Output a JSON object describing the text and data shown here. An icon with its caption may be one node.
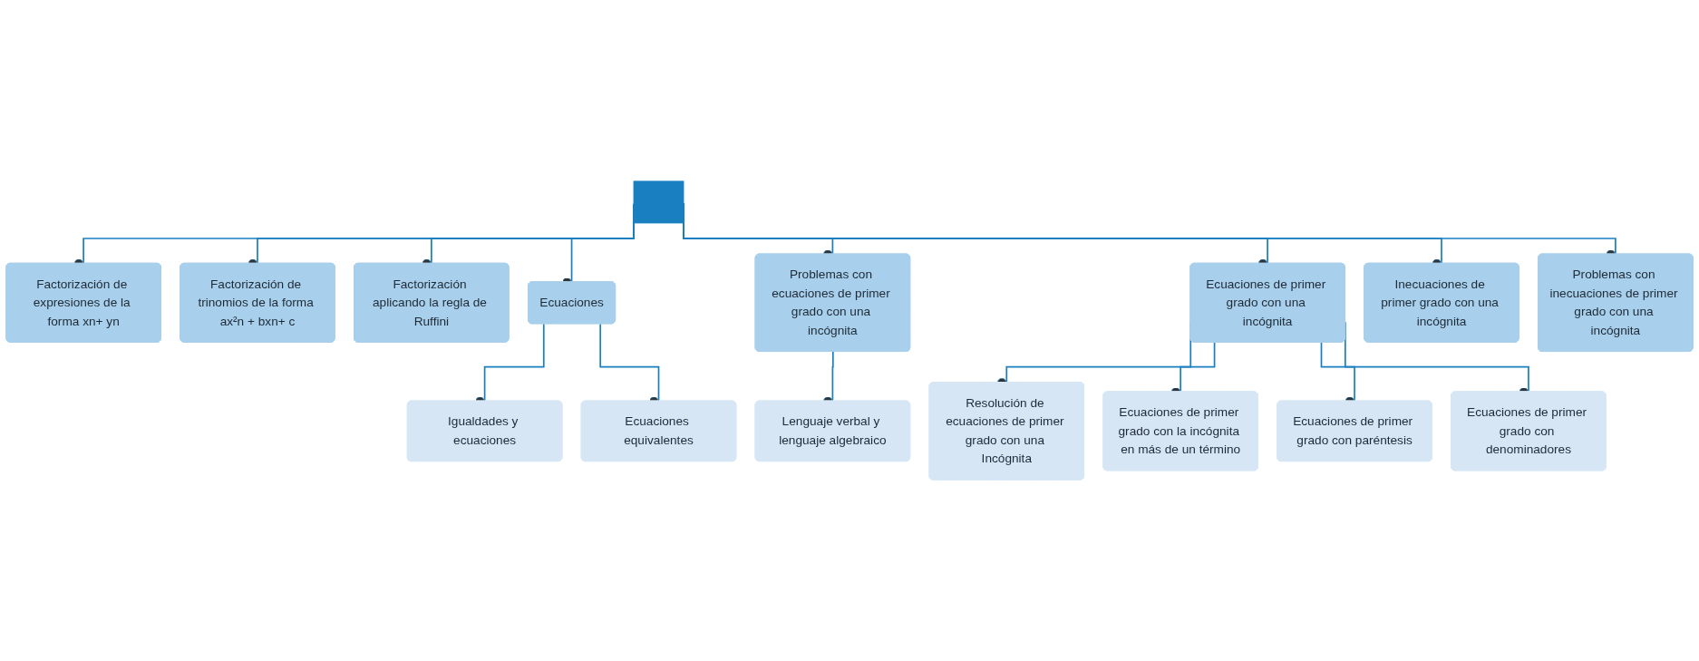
{
  "diagram": {
    "nodes": [
      {
        "text": [],
        "shape": "bar"
      },
      {
        "text": [
          "Factorización de expresiones de la forma xn+ yn"
        ]
      },
      {
        "text": [
          "Factorización de trinomios de la forma ax²n + bxn+ c"
        ]
      },
      {
        "text": [
          "Factorización aplicando la regla de Ruffini"
        ]
      },
      {
        "text": [
          "Ecuaciones"
        ]
      },
      {
        "text": [
          "Igualdades y ecuaciones"
        ]
      },
      {
        "text": [
          "Ecuaciones equivalentes"
        ]
      },
      {
        "text": [
          "Problemas con ecuaciones de primer grado con una incógnita"
        ]
      },
      {
        "text": [
          "Lenguaje verbal y lenguaje algebraico"
        ]
      },
      {
        "text": [
          "Ecuaciones de primer grado con una incógnita"
        ]
      },
      {
        "text": [
          "Resolución de ecuaciones de primer grado con una Incógnita"
        ]
      },
      {
        "text": [
          "Ecuaciones de primer grado con la incógnita en más de un término"
        ]
      },
      {
        "text": [
          "Ecuaciones de primer grado con paréntesis"
        ]
      },
      {
        "text": [
          "Ecuaciones de primer grado con denominadores"
        ]
      },
      {
        "text": [
          "Inecuaciones de primer grado con una incógnita"
        ]
      },
      {
        "text": [
          "Problemas con inecuaciones de primer grado con una incógnita"
        ]
      }
    ],
    "edges": [
      {
        "from": 0,
        "to": 1,
        "arrow": "other"
      },
      {
        "from": 0,
        "to": 2,
        "arrow": "other"
      },
      {
        "from": 0,
        "to": 3,
        "arrow": "other"
      },
      {
        "from": 0,
        "to": 4,
        "arrow": "other"
      },
      {
        "from": 4,
        "to": 5,
        "arrow": "other"
      },
      {
        "from": 4,
        "to": 6,
        "arrow": "other"
      },
      {
        "from": 0,
        "to": 7,
        "arrow": "other"
      },
      {
        "from": 7,
        "to": 8,
        "arrow": "other"
      },
      {
        "from": 0,
        "to": 9,
        "arrow": "other"
      },
      {
        "from": 9,
        "to": 10,
        "arrow": "other"
      },
      {
        "from": 9,
        "to": 11,
        "arrow": "other"
      },
      {
        "from": 9,
        "to": 12,
        "arrow": "other"
      },
      {
        "from": 9,
        "to": 13,
        "arrow": "other"
      },
      {
        "from": 0,
        "to": 14,
        "arrow": "other"
      },
      {
        "from": 0,
        "to": 15,
        "arrow": "other"
      }
    ]
  }
}
